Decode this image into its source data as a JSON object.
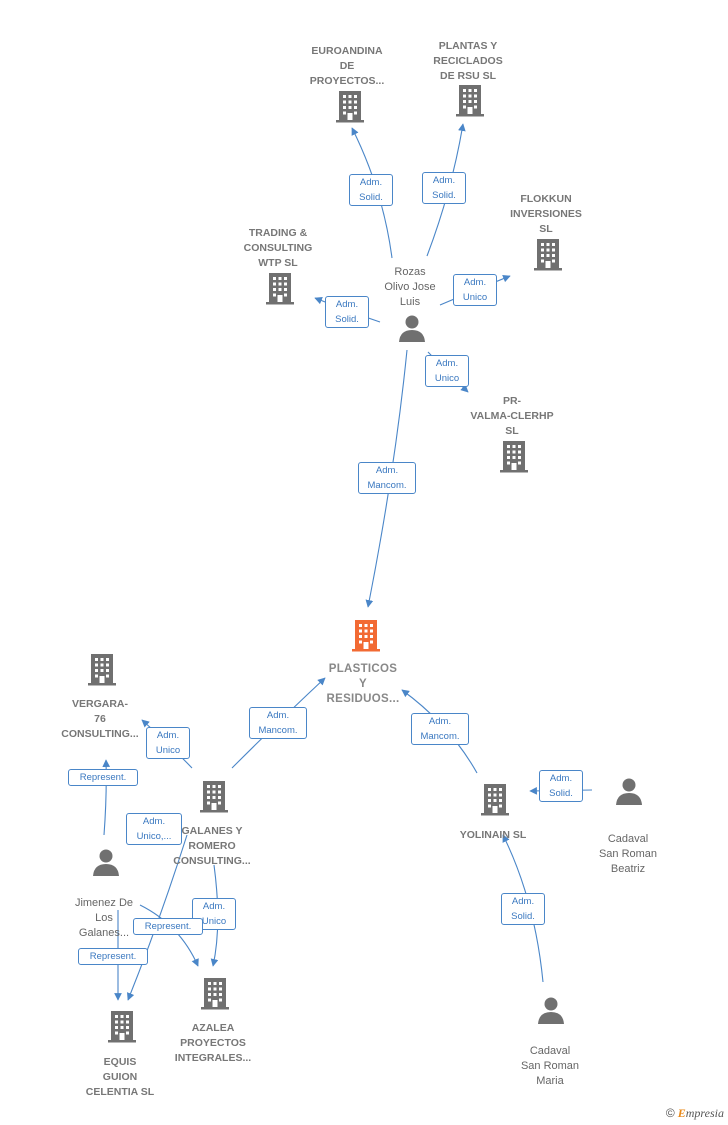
{
  "colors": {
    "company": "#707070",
    "main": "#f26a33",
    "person": "#707070",
    "edge": "#4a86c8"
  },
  "nodes": [
    {
      "id": "main",
      "type": "main",
      "label": "PLASTICOS\nY\nRESIDUOS..."
    },
    {
      "id": "euroandina",
      "type": "company",
      "label": "EUROANDINA\nDE\nPROYECTOS..."
    },
    {
      "id": "plantas",
      "type": "company",
      "label": "PLANTAS Y\nRECICLADOS\nDE RSU  SL"
    },
    {
      "id": "flokkun",
      "type": "company",
      "label": "FLOKKUN\nINVERSIONES\nSL"
    },
    {
      "id": "trading",
      "type": "company",
      "label": "TRADING &\nCONSULTING\nWTP  SL"
    },
    {
      "id": "rozas",
      "type": "person",
      "label": "Rozas\nOlivo Jose\nLuis"
    },
    {
      "id": "prvalma",
      "type": "company",
      "label": "PR-\nVALMA-CLERHP\nSL"
    },
    {
      "id": "vergara",
      "type": "company",
      "label": "VERGARA-\n76\nCONSULTING..."
    },
    {
      "id": "galanes",
      "type": "company",
      "label": "GALANES Y\nROMERO\nCONSULTING..."
    },
    {
      "id": "yolinain",
      "type": "company",
      "label": "YOLINAIN  SL"
    },
    {
      "id": "beatriz",
      "type": "person",
      "label": "Cadaval\nSan Roman\nBeatriz"
    },
    {
      "id": "jimenez",
      "type": "person",
      "label": "Jimenez De\nLos\nGalanes..."
    },
    {
      "id": "azalea",
      "type": "company",
      "label": "AZALEA\nPROYECTOS\nINTEGRALES..."
    },
    {
      "id": "equis",
      "type": "company",
      "label": "EQUIS\nGUION\nCELENTIA SL"
    },
    {
      "id": "maria",
      "type": "person",
      "label": "Cadaval\nSan Roman\nMaria"
    }
  ],
  "edges": [
    {
      "from": "rozas",
      "to": "euroandina",
      "label": "Adm.\nSolid."
    },
    {
      "from": "rozas",
      "to": "plantas",
      "label": "Adm.\nSolid."
    },
    {
      "from": "rozas",
      "to": "flokkun",
      "label": "Adm.\nUnico"
    },
    {
      "from": "rozas",
      "to": "trading",
      "label": "Adm.\nSolid."
    },
    {
      "from": "rozas",
      "to": "prvalma",
      "label": "Adm.\nUnico"
    },
    {
      "from": "rozas",
      "to": "main",
      "label": "Adm.\nMancom."
    },
    {
      "from": "galanes",
      "to": "main",
      "label": "Adm.\nMancom."
    },
    {
      "from": "yolinain",
      "to": "main",
      "label": "Adm.\nMancom."
    },
    {
      "from": "galanes",
      "to": "vergara",
      "label": "Adm.\nUnico"
    },
    {
      "from": "jimenez",
      "to": "vergara",
      "label": "Represent."
    },
    {
      "from": "galanes",
      "to": "equis",
      "label": "Adm.\nUnico,..."
    },
    {
      "from": "galanes",
      "to": "azalea",
      "label": "Adm.\nUnico"
    },
    {
      "from": "jimenez",
      "to": "azalea",
      "label": "Represent."
    },
    {
      "from": "jimenez",
      "to": "equis",
      "label": "Represent."
    },
    {
      "from": "beatriz",
      "to": "yolinain",
      "label": "Adm.\nSolid."
    },
    {
      "from": "maria",
      "to": "yolinain",
      "label": "Adm.\nSolid."
    }
  ],
  "copyright": {
    "symbol": "©",
    "brand_initial": "E",
    "brand_rest": "mpresia"
  }
}
